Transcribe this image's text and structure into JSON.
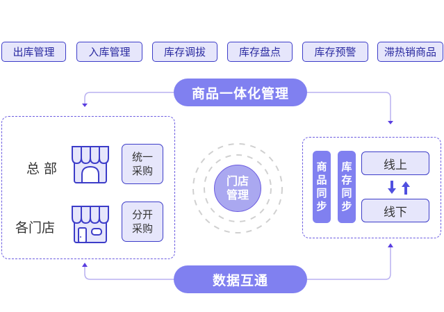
{
  "top_buttons": [
    {
      "label": "出库管理"
    },
    {
      "label": "入库管理"
    },
    {
      "label": "库存调拔"
    },
    {
      "label": "库存盘点"
    },
    {
      "label": "库存预警"
    },
    {
      "label": "滞热销商品"
    }
  ],
  "top_pill": {
    "label": "商品一体化管理"
  },
  "bottom_pill": {
    "label": "数据互通"
  },
  "left_panel": {
    "rows": [
      {
        "label": "总 部",
        "store_icon": "storefront-arch-icon",
        "button": {
          "line1": "统一",
          "line2": "采购"
        }
      },
      {
        "label": "各门店",
        "store_icon": "storefront-door-window-icon",
        "button": {
          "line1": "分开",
          "line2": "采购"
        }
      }
    ]
  },
  "center": {
    "line1": "门店",
    "line2": "管理"
  },
  "right_panel": {
    "bars": [
      {
        "chars": [
          "商",
          "品",
          "同",
          "步"
        ]
      },
      {
        "chars": [
          "库",
          "存",
          "同",
          "步"
        ]
      }
    ],
    "online": "线上",
    "offline": "线下"
  },
  "colors": {
    "accent": "#8080f0",
    "border": "#3c3cc8",
    "light_fill": "#e6e6fb",
    "dashed": "#6a5ae0"
  }
}
